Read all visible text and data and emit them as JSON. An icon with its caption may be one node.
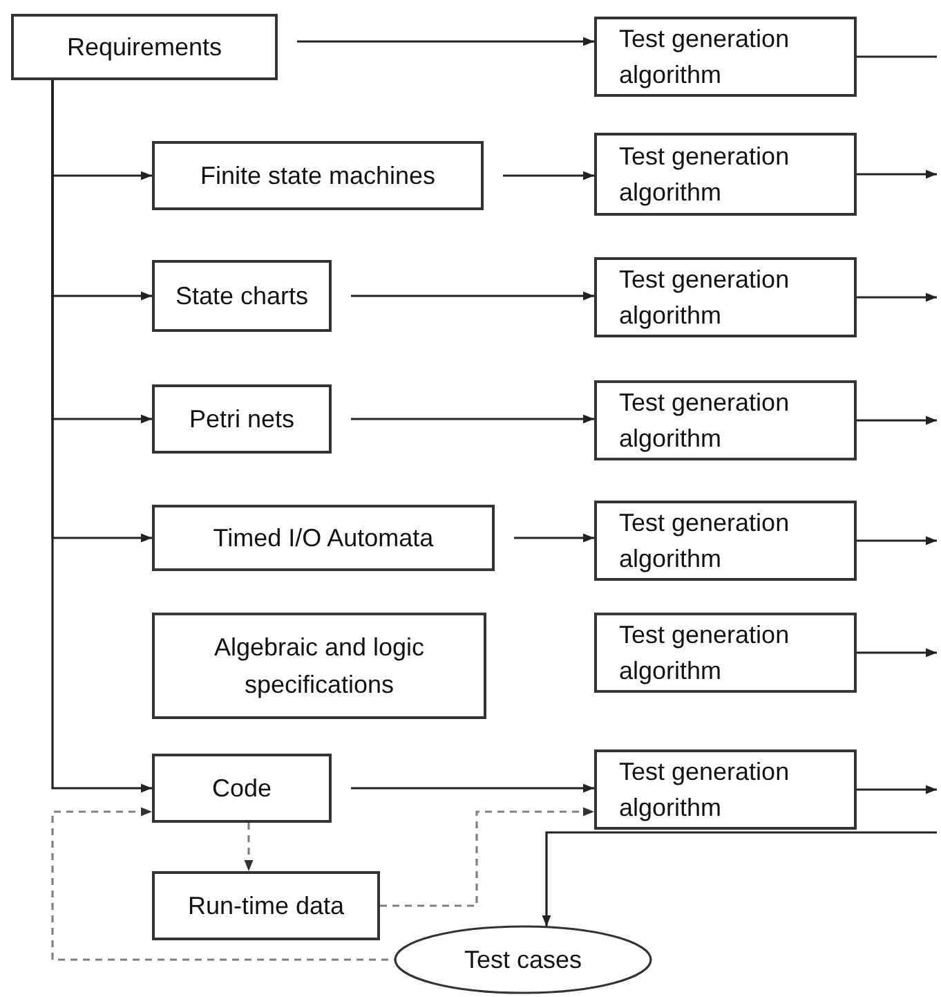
{
  "diagram": {
    "nodes": [
      {
        "text": [
          "Requirements"
        ]
      },
      {
        "text": [
          "Test generation algorithm"
        ]
      },
      {
        "text": [
          "Finite state machines"
        ]
      },
      {
        "text": [
          "Test generation algorithm"
        ]
      },
      {
        "text": [
          "State charts"
        ]
      },
      {
        "text": [
          "Test generation algorithm"
        ]
      },
      {
        "text": [
          "Petri nets"
        ]
      },
      {
        "text": [
          "Test generation algorithm"
        ]
      },
      {
        "text": [
          "Timed I/O Automata"
        ]
      },
      {
        "text": [
          "Test generation algorithm"
        ]
      },
      {
        "text": [
          "Algebraic and logic specifications"
        ]
      },
      {
        "text": [
          "Test generation algorithm"
        ]
      },
      {
        "text": [
          "Code"
        ]
      },
      {
        "text": [
          "Test generation algorithm"
        ]
      },
      {
        "text": [
          "Run-time data"
        ]
      },
      {
        "text": [
          "Test cases"
        ]
      }
    ],
    "edges": [
      {
        "from": 0,
        "to": 1,
        "arrow": "to"
      },
      {
        "from": 0,
        "to": 2,
        "arrow": "to"
      },
      {
        "from": 0,
        "to": 4,
        "arrow": "to"
      },
      {
        "from": 0,
        "to": 6,
        "arrow": "to"
      },
      {
        "from": 0,
        "to": 8,
        "arrow": "to"
      },
      {
        "from": 0,
        "to": 12,
        "arrow": "to"
      },
      {
        "from": 2,
        "to": 3,
        "arrow": "to"
      },
      {
        "from": 4,
        "to": 5,
        "arrow": "to"
      },
      {
        "from": 6,
        "to": 7,
        "arrow": "to"
      },
      {
        "from": 8,
        "to": 9,
        "arrow": "to"
      },
      {
        "from": 12,
        "to": 13,
        "arrow": "to"
      },
      {
        "from": 1,
        "to": null,
        "arrow": "none"
      },
      {
        "from": 3,
        "to": null,
        "arrow": "to"
      },
      {
        "from": 5,
        "to": null,
        "arrow": "to"
      },
      {
        "from": 7,
        "to": null,
        "arrow": "to"
      },
      {
        "from": 9,
        "to": null,
        "arrow": "to"
      },
      {
        "from": 11,
        "to": null,
        "arrow": "to"
      },
      {
        "from": 13,
        "to": null,
        "arrow": "to"
      },
      {
        "from": null,
        "to": 15,
        "arrow": "to"
      },
      {
        "from": 12,
        "to": 14,
        "arrow": "to",
        "style": "dashed",
        "color": "#808080"
      },
      {
        "from": 14,
        "to": 13,
        "arrow": "to",
        "style": "dashed",
        "color": "#808080"
      },
      {
        "from": 15,
        "to": 12,
        "arrow": "to",
        "style": "dashed",
        "color": "#808080"
      }
    ]
  }
}
